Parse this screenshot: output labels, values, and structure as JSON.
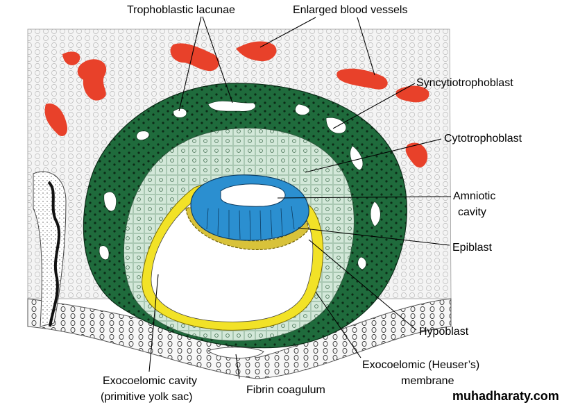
{
  "labels": {
    "trophoblastic_lacunae": "Trophoblastic lacunae",
    "enlarged_blood_vessels": "Enlarged blood vessels",
    "syncytiotrophoblast": "Syncytiotrophoblast",
    "cytotrophoblast": "Cytotrophoblast",
    "amniotic_line1": "Amniotic",
    "amniotic_line2": "cavity",
    "epiblast": "Epiblast",
    "hypoblast": "Hypoblast",
    "exocoelomic_membrane_line1": "Exocoelomic (Heuser’s)",
    "exocoelomic_membrane_line2": "membrane",
    "exocoelomic_cavity_line1": "Exocoelomic cavity",
    "exocoelomic_cavity_line2": "(primitive yolk sac)",
    "fibrin_coagulum": "Fibrin coagulum"
  },
  "watermark": "muhadharaty.com",
  "colors": {
    "syncytiotrophoblast": "#1f6b3c",
    "cytotrophoblast": "#cfe6d6",
    "amnion": "#2b8fd0",
    "hypoblast": "#d8c23a",
    "heuser_membrane": "#f2e227",
    "blood_vessels": "#e8412a",
    "endometrium": "#f2f2f2"
  }
}
